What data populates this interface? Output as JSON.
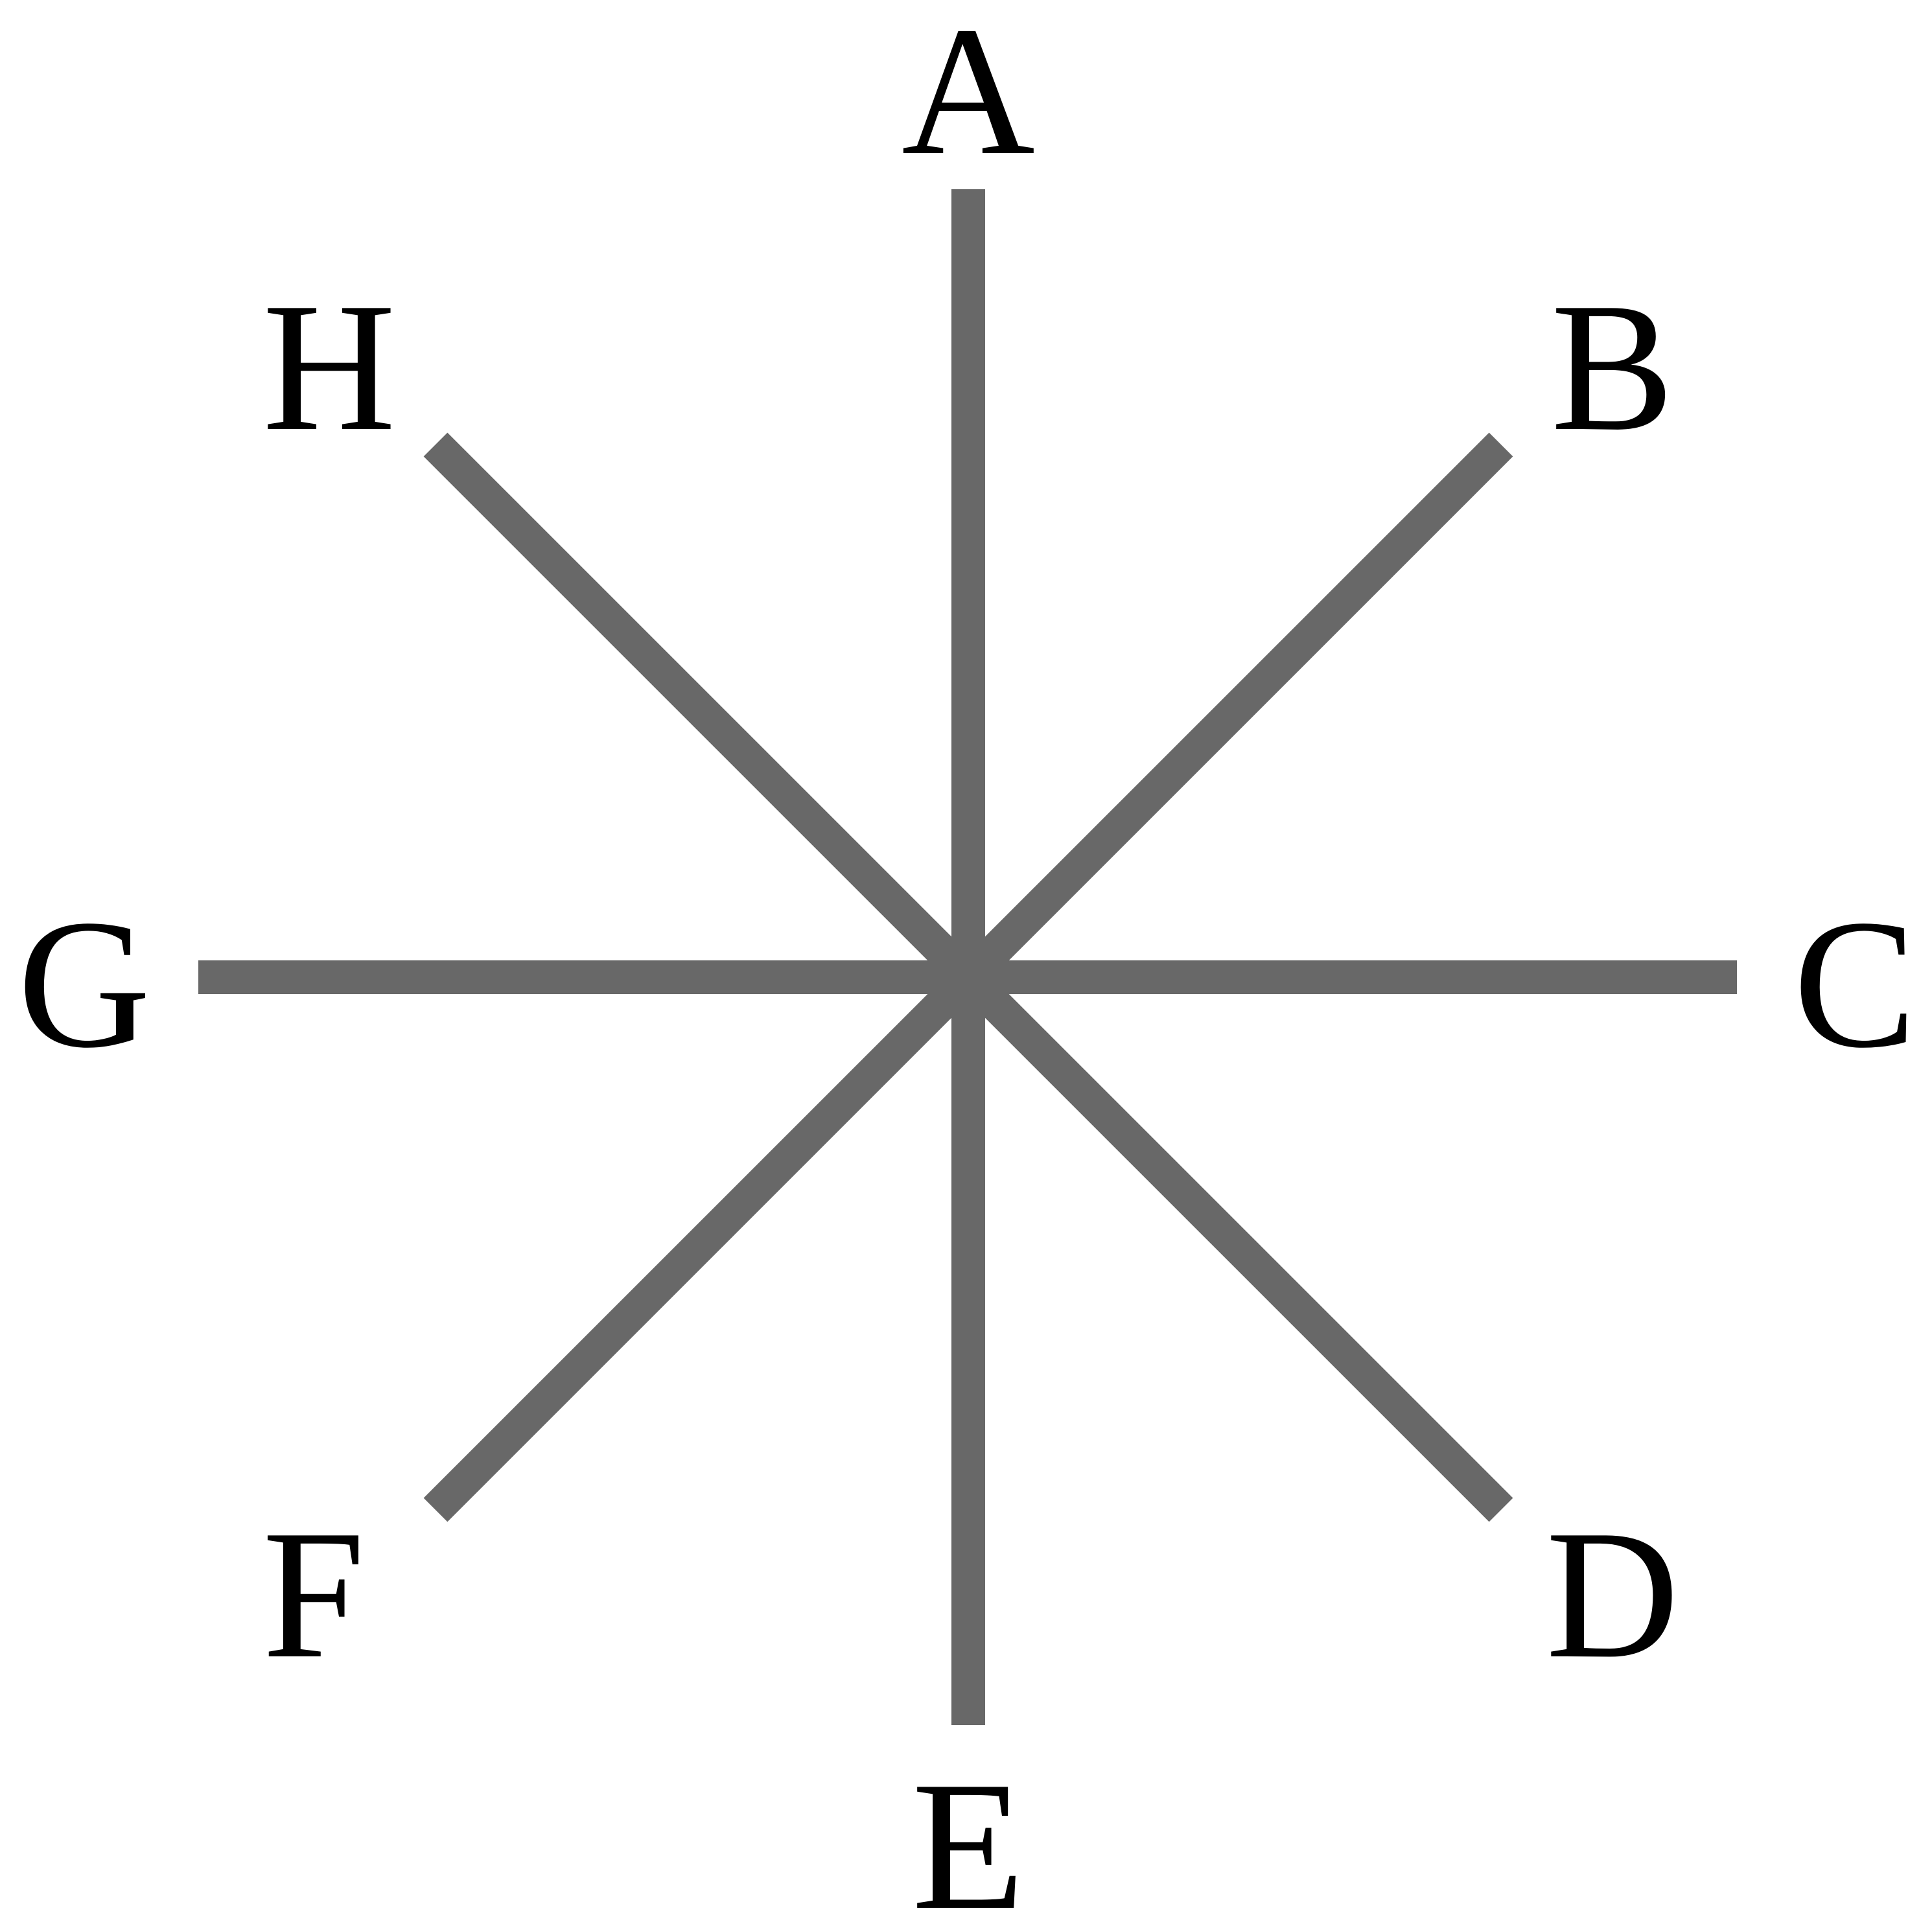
{
  "diagram": {
    "line_color": "#686868",
    "text_color": "#000000",
    "labels": {
      "a": "A",
      "b": "B",
      "c": "C",
      "d": "D",
      "e": "E",
      "f": "F",
      "g": "G",
      "h": "H"
    }
  }
}
